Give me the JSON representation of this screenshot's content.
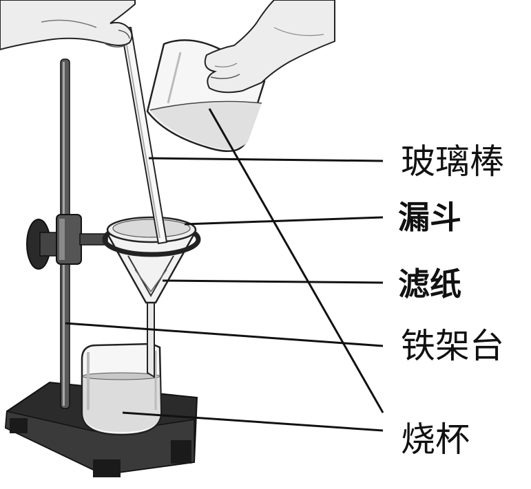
{
  "labels": {
    "glass_rod": "玻璃棒",
    "funnel": "漏斗",
    "filter_paper": "滤纸",
    "iron_stand": "铁架台",
    "beaker": "烧杯"
  },
  "colors": {
    "line": "#111111",
    "base": "#2b2b2b",
    "glass": "#f4f4f4",
    "liquid": "#e6e6e6",
    "skin": "#ededed"
  }
}
